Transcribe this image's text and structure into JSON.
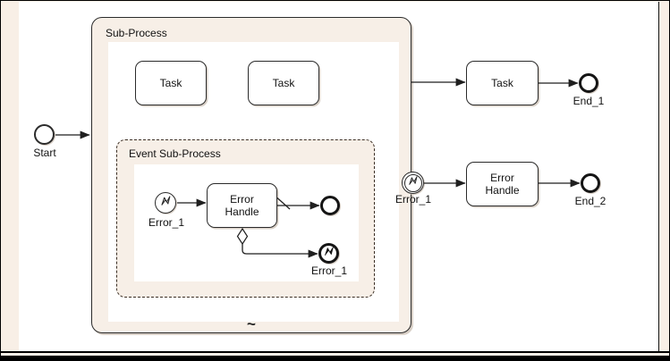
{
  "window": {
    "title": "BPMN diagram canvas — sub-process with error handling"
  },
  "labels": {
    "start_event": "Start",
    "sub_process": "Sub-Process",
    "sp_task_1": "Task",
    "sp_task_2": "Task",
    "event_sub_process": "Event Sub-Process",
    "esp_error_start": "Error_1",
    "esp_error_handle": "Error Handle",
    "esp_error_end": "Error_1",
    "boundary_error": "Error_1",
    "outer_task": "Task",
    "outer_error_handle": "Error Handle",
    "end_1": "End_1",
    "end_2": "End_2",
    "adhoc_marker": "~"
  },
  "icons": {
    "error_catch": "error-zigzag-outline",
    "error_throw": "error-zigzag-filled",
    "default_flow": "slash-marker",
    "conditional_flow": "diamond-marker"
  },
  "colors": {
    "background": "#f8efe6",
    "canvas": "#ffffff",
    "line": "#1f1f1f",
    "container_tint": "#f7efe7",
    "shadow": "#d9d0c7"
  }
}
